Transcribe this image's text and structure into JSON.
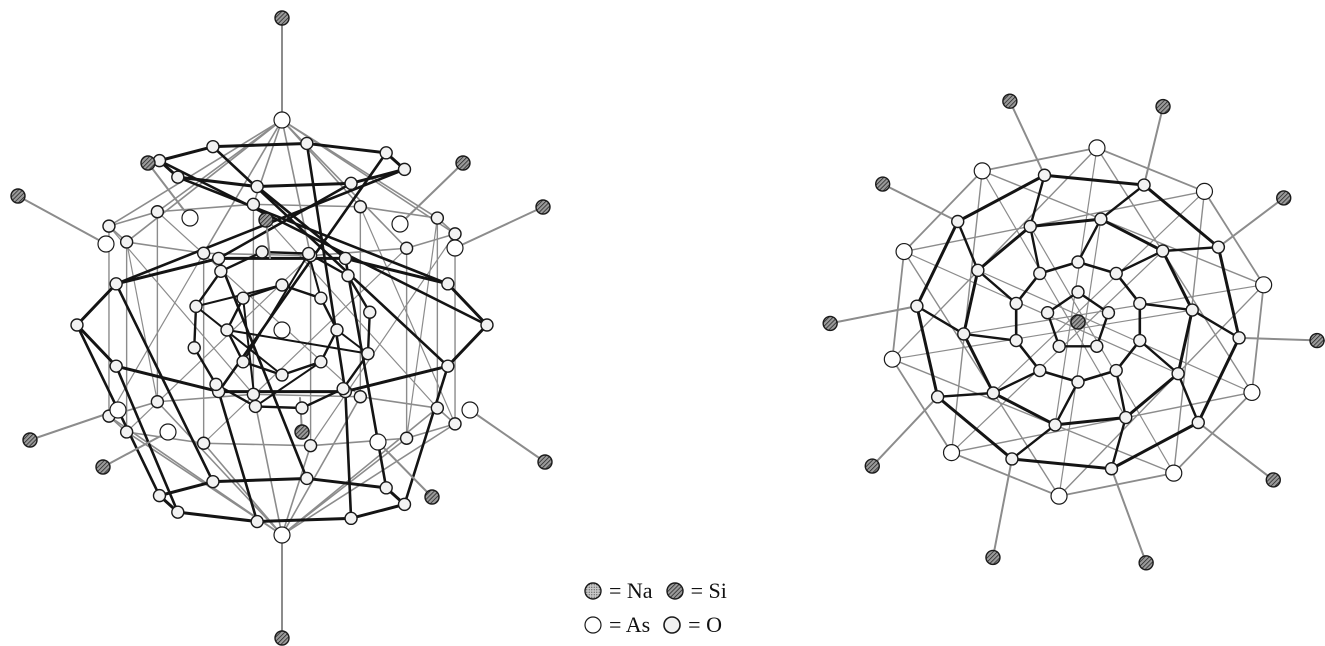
{
  "legend": {
    "items": [
      {
        "key": "Na",
        "text": "= Na",
        "style": "dotted-grey"
      },
      {
        "key": "Si",
        "text": "= Si",
        "style": "hatched"
      },
      {
        "key": "As",
        "text": "= As",
        "style": "open-white"
      },
      {
        "key": "O",
        "text": "= O",
        "style": "open-light"
      }
    ]
  },
  "colors": {
    "bond_dark": "#141414",
    "bond_light": "#8c8c8c",
    "atom_outline": "#1a1a1a",
    "na_fill": "#bdbdbd",
    "si_fill": "#7a7a7a",
    "as_fill": "#ffffff",
    "o_fill": "#f2f2f2"
  }
}
